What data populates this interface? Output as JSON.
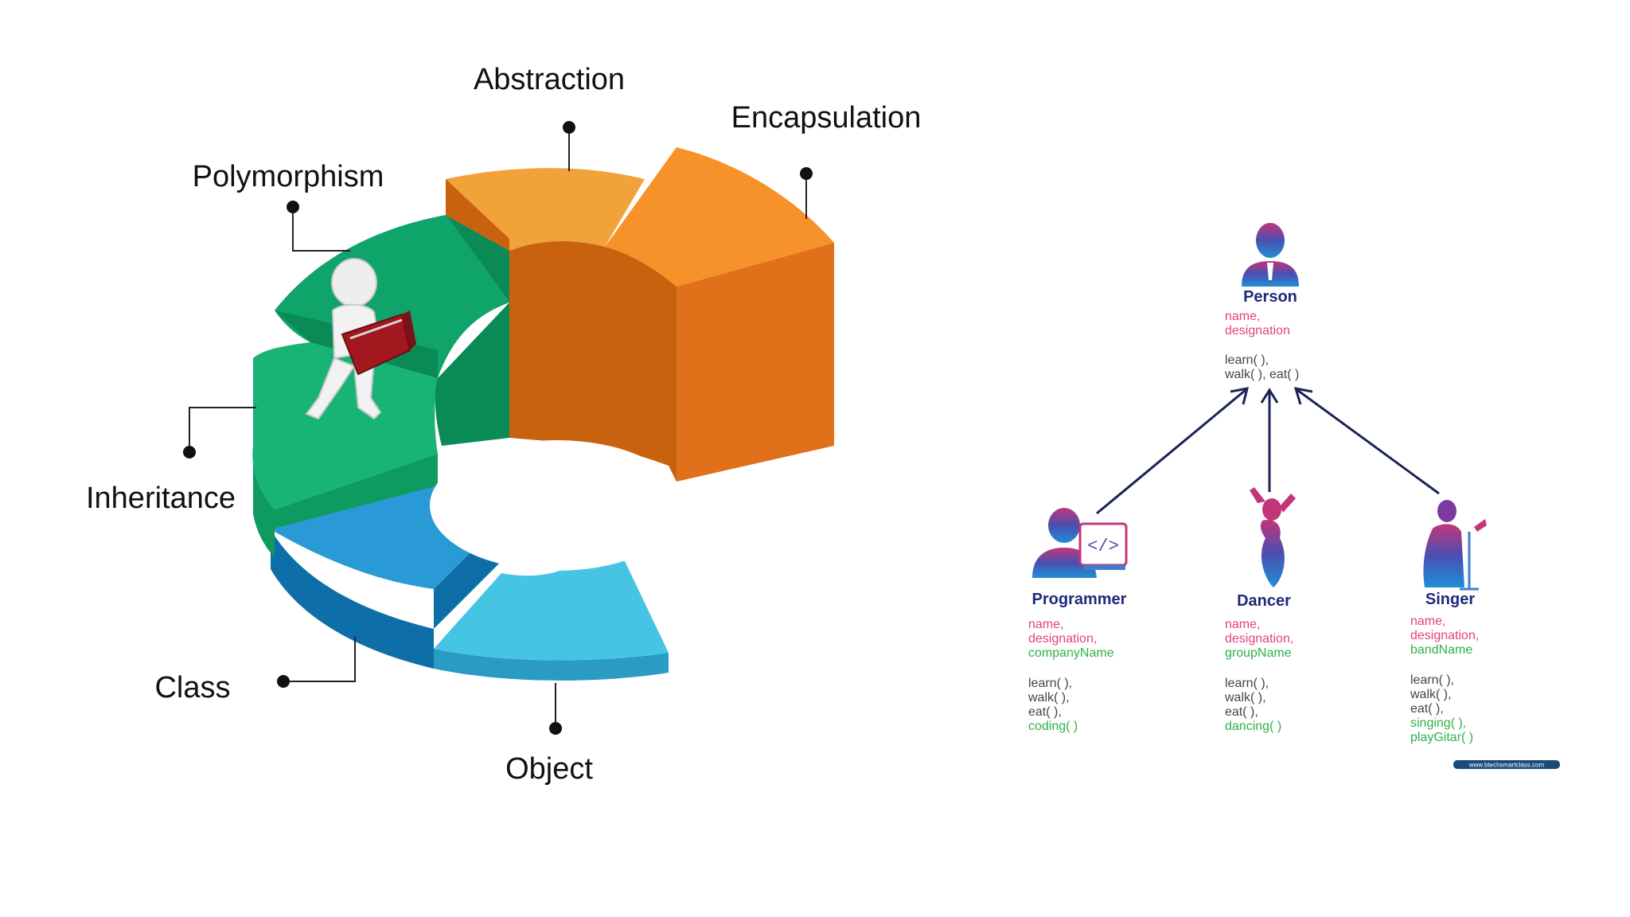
{
  "colors": {
    "abstraction_top": "#f2a23a",
    "abstraction_side": "#c8620f",
    "encapsulation_top": "#f7922a",
    "encapsulation_side": "#e0701a",
    "polymorphism_top": "#0fa46a",
    "polymorphism_side": "#0a8a55",
    "inheritance_top": "#18b476",
    "inheritance_side": "#0f9a60",
    "class_top": "#2a9ad6",
    "class_side": "#0e6fa8",
    "object_top": "#46c4e4",
    "object_side": "#2a9cc4",
    "class_name": "#1e2a7a",
    "attr_pink": "#e0447a",
    "attr_green": "#2fb04a",
    "method_gray": "#444444",
    "arrow": "#1b2352"
  },
  "wheel": {
    "segments": [
      {
        "key": "abstraction",
        "label": "Abstraction"
      },
      {
        "key": "encapsulation",
        "label": "Encapsulation"
      },
      {
        "key": "polymorphism",
        "label": "Polymorphism"
      },
      {
        "key": "inheritance",
        "label": "Inheritance"
      },
      {
        "key": "class",
        "label": "Class"
      },
      {
        "key": "object",
        "label": "Object"
      }
    ],
    "figure_icon": "reading-figure-icon"
  },
  "hierarchy": {
    "parent": {
      "name": "Person",
      "icon": "person-icon",
      "attributes": [
        "name,",
        "designation"
      ],
      "methods": [
        "learn( ),",
        "walk( ), eat( )"
      ]
    },
    "children": [
      {
        "name": "Programmer",
        "icon": "programmer-icon",
        "attributes": [
          "name,",
          "designation,"
        ],
        "extra_attribute": "companyName",
        "methods": [
          "learn( ),",
          "walk( ),",
          "eat( ),"
        ],
        "extra_methods": [
          "coding( )"
        ]
      },
      {
        "name": "Dancer",
        "icon": "dancer-icon",
        "attributes": [
          "name,",
          "designation,"
        ],
        "extra_attribute": "groupName",
        "methods": [
          "learn( ),",
          "walk( ),",
          "eat( ),"
        ],
        "extra_methods": [
          "dancing( )"
        ]
      },
      {
        "name": "Singer",
        "icon": "singer-icon",
        "attributes": [
          "name,",
          "designation,"
        ],
        "extra_attribute": "bandName",
        "methods": [
          "learn( ),",
          "walk( ),",
          "eat( ),"
        ],
        "extra_methods": [
          "singing( ),",
          "playGitar( )"
        ]
      }
    ]
  },
  "watermark": "www.btechsmartclass.com"
}
